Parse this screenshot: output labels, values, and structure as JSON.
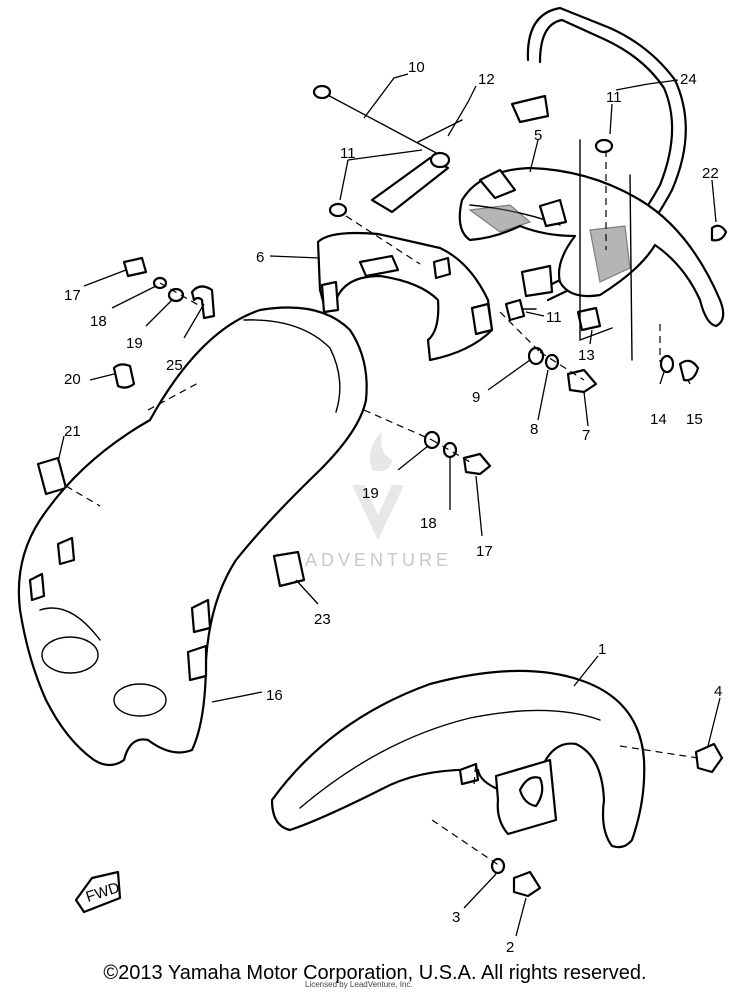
{
  "callouts": [
    "1",
    "2",
    "3",
    "4",
    "5",
    "6",
    "7",
    "8",
    "9",
    "10",
    "11",
    "11",
    "11",
    "12",
    "13",
    "14",
    "15",
    "16",
    "17",
    "17",
    "18",
    "18",
    "19",
    "19",
    "20",
    "21",
    "22",
    "23",
    "24",
    "25"
  ],
  "fwd_label": "FWD",
  "watermark": "LEADVENTURE",
  "copyright": "©2013 Yamaha Motor Corporation, U.S.A. All rights reserved.",
  "licensed_note": "Licensed by LeadVenture, Inc."
}
